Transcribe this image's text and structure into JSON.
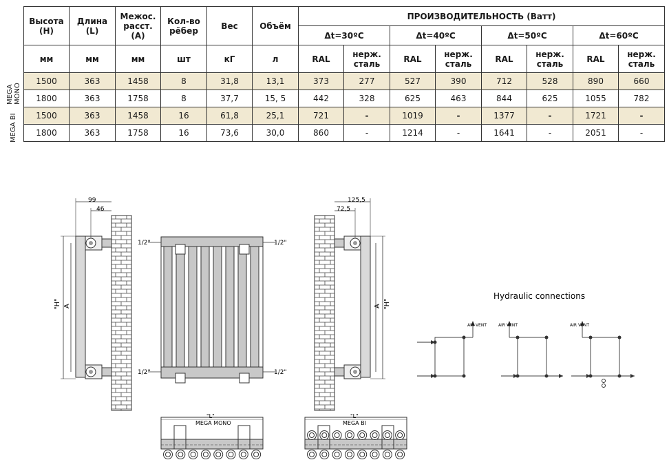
{
  "table": {
    "headers": {
      "height": "Высота (H)",
      "length": "Длина (L)",
      "axis": "Межос. расст. (A)",
      "ribs": "Кол-во рёбер",
      "weight": "Вес",
      "volume": "Объём",
      "performance": "ПРОИЗВОДИТЕЛЬНОСТЬ (Ватт)"
    },
    "dt": [
      "Δt=30ºC",
      "Δt=40ºC",
      "Δt=50ºC",
      "Δt=60ºC"
    ],
    "units": [
      "мм",
      "мм",
      "мм",
      "шт",
      "кГ",
      "л",
      "RAL",
      "нерж. сталь",
      "RAL",
      "нерж. сталь",
      "RAL",
      "нерж. сталь",
      "RAL",
      "нерж. сталь"
    ],
    "groups": [
      {
        "label": "MEGA\nMONO",
        "rows": [
          [
            "1500",
            "363",
            "1458",
            "8",
            "31,8",
            "13,1",
            "373",
            "277",
            "527",
            "390",
            "712",
            "528",
            "890",
            "660"
          ],
          [
            "1800",
            "363",
            "1758",
            "8",
            "37,7",
            "15, 5",
            "442",
            "328",
            "625",
            "463",
            "844",
            "625",
            "1055",
            "782"
          ]
        ]
      },
      {
        "label": "MEGA BI",
        "rows": [
          [
            "1500",
            "363",
            "1458",
            "16",
            "61,8",
            "25,1",
            "721",
            "-",
            "1019",
            "-",
            "1377",
            "-",
            "1721",
            "-"
          ],
          [
            "1800",
            "363",
            "1758",
            "16",
            "73,6",
            "30,0",
            "860",
            "-",
            "1214",
            "-",
            "1641",
            "-",
            "2051",
            "-"
          ]
        ]
      }
    ]
  },
  "drawing": {
    "dim_99": "99",
    "dim_46": "46",
    "dim_1255": "125,5",
    "dim_725": "72,5",
    "dim_H": "\"H\"",
    "dim_A": "A",
    "dim_L": "\"L\"",
    "pipe": "1/2\"",
    "mono_label": "MEGA MONO",
    "bi_label": "MEGA BI",
    "hydraulic_title": "Hydraulic connections",
    "air_vent": "AIR VENT"
  }
}
